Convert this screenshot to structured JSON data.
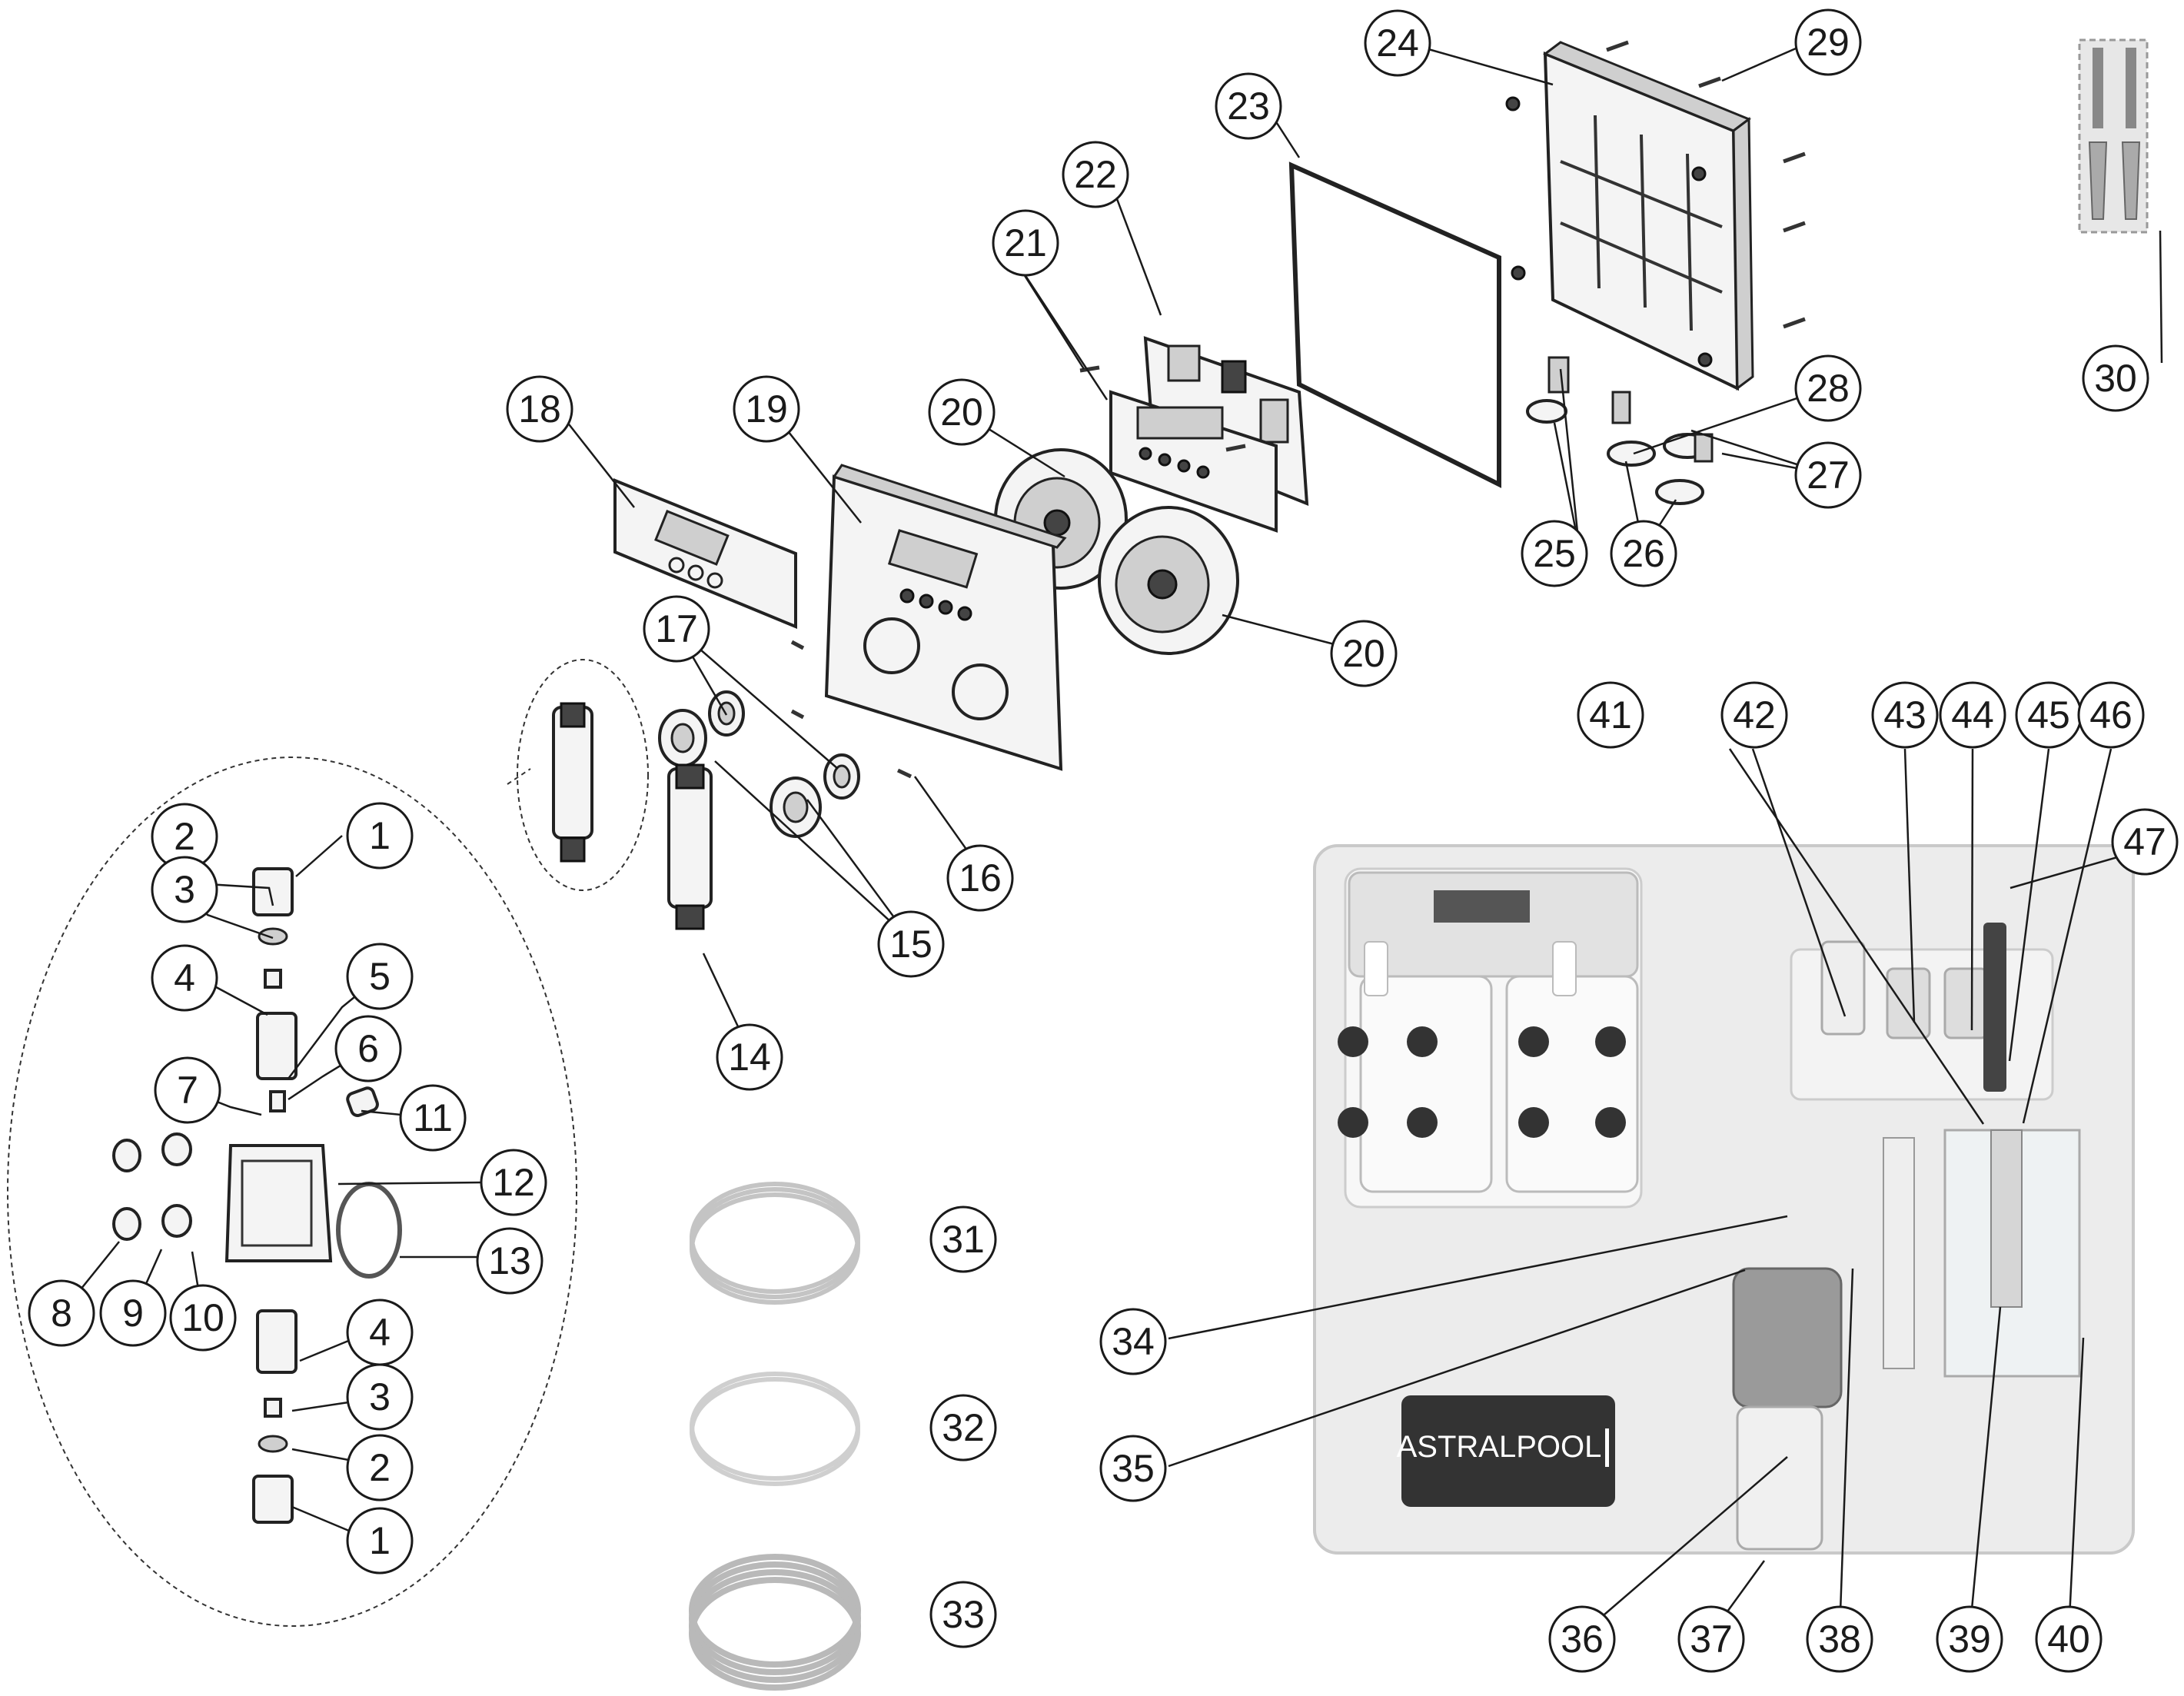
{
  "callouts": [
    "1",
    "2",
    "3",
    "4",
    "5",
    "6",
    "7",
    "8",
    "9",
    "10",
    "11",
    "12",
    "13",
    "14",
    "15",
    "16",
    "17",
    "18",
    "19",
    "20",
    "21",
    "22",
    "23",
    "24",
    "25",
    "26",
    "27",
    "28",
    "29",
    "30",
    "31",
    "32",
    "33",
    "34",
    "35",
    "36",
    "37",
    "38",
    "39",
    "40",
    "41",
    "42",
    "43",
    "44",
    "45",
    "46",
    "47"
  ],
  "logo": {
    "text": "ASTRALPOOL"
  }
}
